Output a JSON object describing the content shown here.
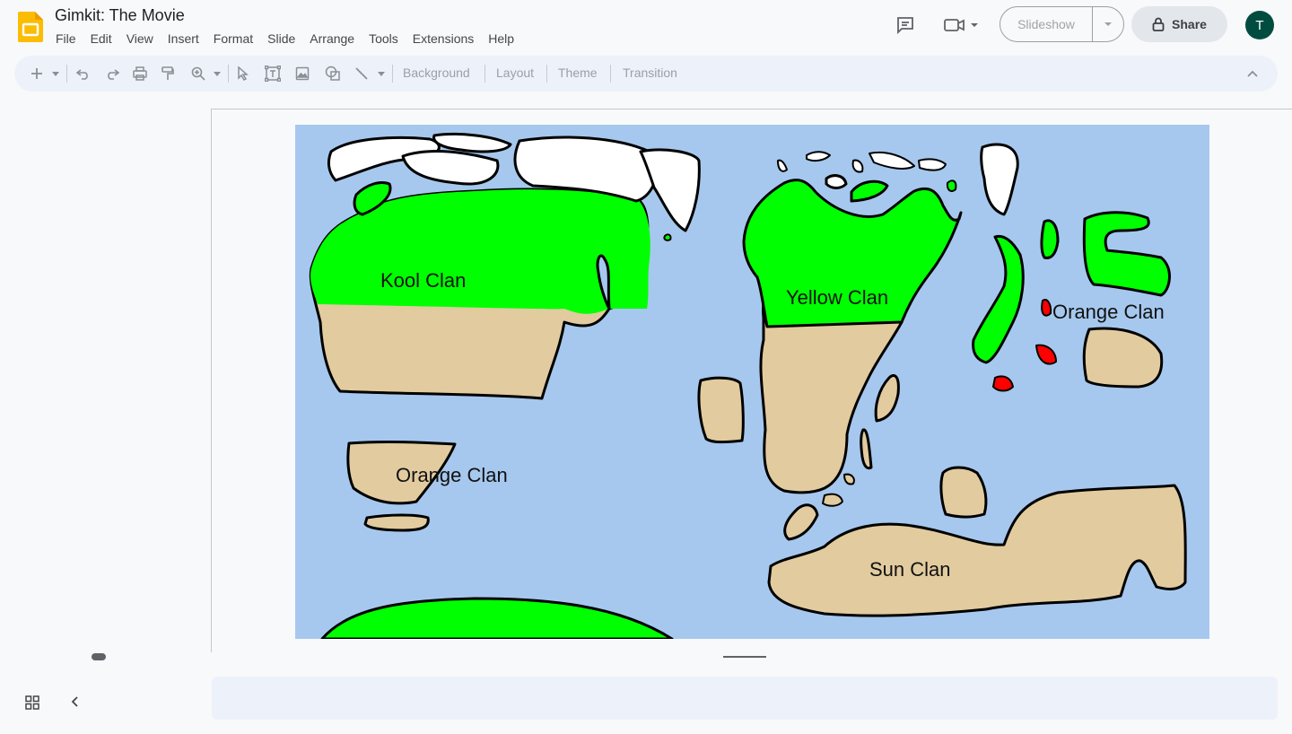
{
  "app": {
    "title": "Gimkit: The Movie",
    "logo_icon": "google-slides-icon",
    "brand_color": "#fbbc04"
  },
  "menu": [
    "File",
    "Edit",
    "View",
    "Insert",
    "Format",
    "Slide",
    "Arrange",
    "Tools",
    "Extensions",
    "Help"
  ],
  "header": {
    "comments_icon": "comment-icon",
    "meet_icon": "video-camera-icon",
    "slideshow_label": "Slideshow",
    "share_label": "Share",
    "avatar_letter": "T",
    "avatar_color": "#004d40"
  },
  "toolbar": {
    "text_buttons": [
      "Background",
      "Layout",
      "Theme",
      "Transition"
    ]
  },
  "slide": {
    "background_color": "#a6c8ee",
    "labels": [
      "Kool Clan",
      "Yellow Clan",
      "Orange Clan",
      "Orange Clan",
      "Sun Clan"
    ]
  }
}
